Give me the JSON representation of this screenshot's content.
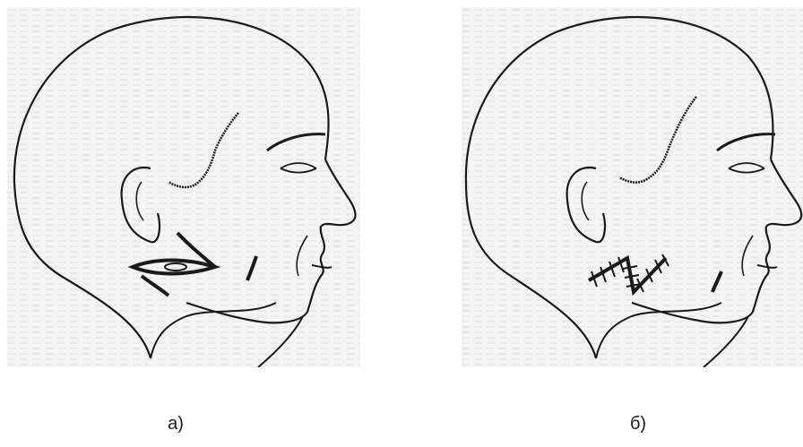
{
  "figures": [
    {
      "label": "а)",
      "stage": "incision"
    },
    {
      "label": "б)",
      "stage": "sutured"
    }
  ]
}
